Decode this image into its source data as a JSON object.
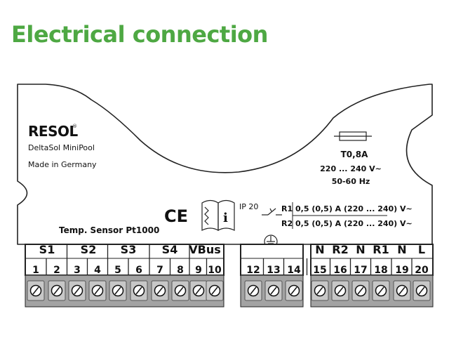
{
  "title": "Electrical connection",
  "device": {
    "brand": "RESOL",
    "brand_mark": "®",
    "model": "DeltaSol MiniPool",
    "origin": "Made in Germany"
  },
  "fuse": {
    "rating": "T0,8A",
    "voltage": "220 ... 240 V~",
    "frequency": "50-60 Hz"
  },
  "marks": {
    "ce": "CE",
    "info": "i",
    "ip": "IP 20"
  },
  "relays": [
    {
      "name": "R1",
      "spec": "0,5 (0,5) A (220 ... 240) V~"
    },
    {
      "name": "R2",
      "spec": "0,5 (0,5) A (220 ... 240) V~"
    }
  ],
  "sensor_note": "Temp. Sensor Pt1000",
  "groups": [
    {
      "label": "S1"
    },
    {
      "label": "S2"
    },
    {
      "label": "S3"
    },
    {
      "label": "S4"
    },
    {
      "label": "VBus"
    },
    {
      "label": "N"
    },
    {
      "label": "R2"
    },
    {
      "label": "N"
    },
    {
      "label": "R1"
    },
    {
      "label": "N"
    },
    {
      "label": "L"
    }
  ],
  "terminals": [
    "1",
    "2",
    "3",
    "4",
    "5",
    "6",
    "7",
    "8",
    "9",
    "10",
    "12",
    "13",
    "14",
    "15",
    "16",
    "17",
    "18",
    "19",
    "20"
  ]
}
